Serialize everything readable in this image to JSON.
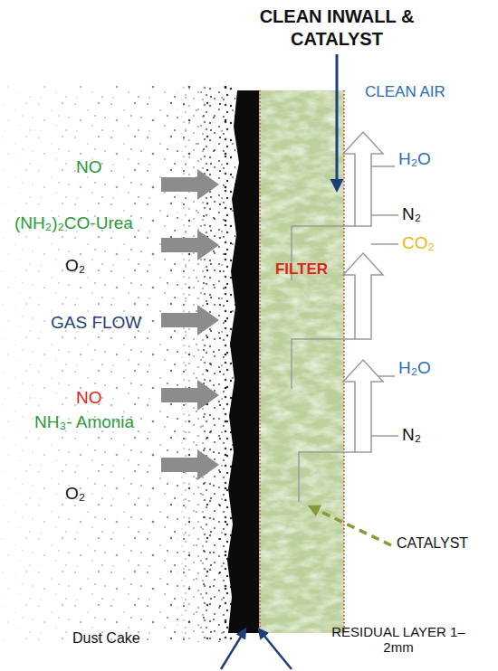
{
  "diagram": {
    "title": "CLEAN INWALL & CATALYST",
    "nodes": [
      {
        "text": [
          "FILTER"
        ]
      }
    ],
    "labels": [
      "NO",
      "(NH₂)₂CO-Urea",
      "O₂",
      "GAS FLOW",
      "NO",
      "NH₃- Amonia",
      "O₂",
      "CLEAN AIR",
      "H₂O",
      "N₂",
      "CO₂",
      "H₂O",
      "N₂",
      "CATALYST",
      "Dust Cake",
      "RESIDUAL LAYER 1–2mm"
    ]
  }
}
